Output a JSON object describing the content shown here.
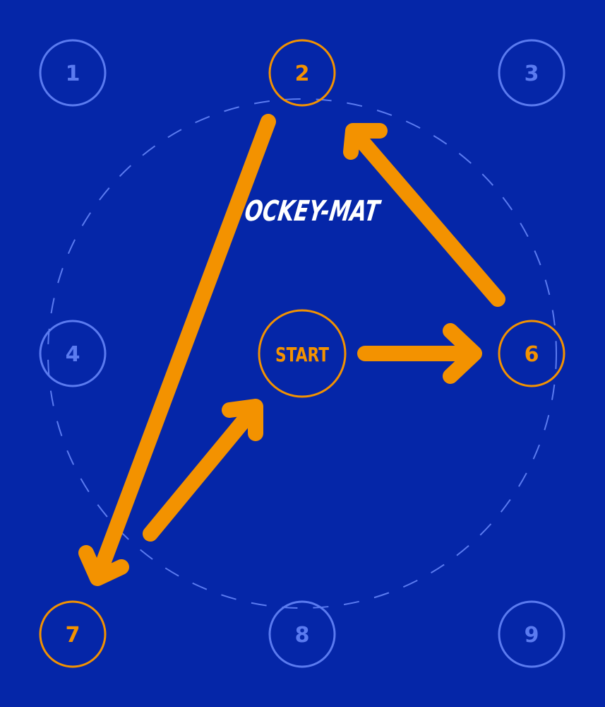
{
  "title": "OCKEY-MAT",
  "start_label": "START",
  "spots": [
    {
      "label": "1",
      "active": false
    },
    {
      "label": "2",
      "active": true
    },
    {
      "label": "3",
      "active": false
    },
    {
      "label": "4",
      "active": false
    },
    {
      "label": "START",
      "active": true
    },
    {
      "label": "6",
      "active": true
    },
    {
      "label": "7",
      "active": true
    },
    {
      "label": "8",
      "active": false
    },
    {
      "label": "9",
      "active": false
    }
  ],
  "sequence": [
    "START",
    "6",
    "2",
    "7",
    "START"
  ],
  "colors": {
    "background": "#0526A8",
    "inactive": "#5B7BF0",
    "active": "#F39200",
    "logo": "#FFFFFF"
  }
}
